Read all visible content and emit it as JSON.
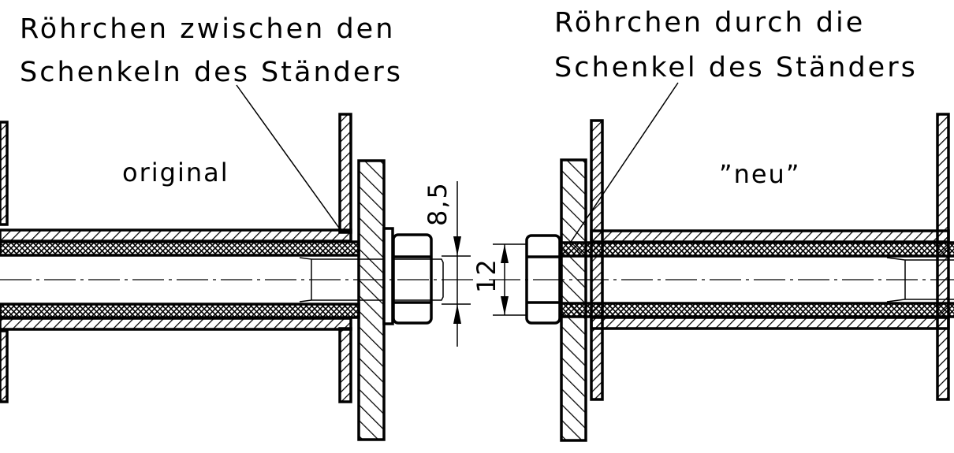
{
  "labels": {
    "left_callout": [
      "Röhrchen zwischen den",
      "Schenkeln des Ständers"
    ],
    "right_callout": [
      "Röhrchen durch die",
      "Schenkel des Ständers"
    ],
    "left_view": "original",
    "right_view": "”neu”"
  },
  "dimensions": {
    "bore": "8,5",
    "nut": "12"
  }
}
